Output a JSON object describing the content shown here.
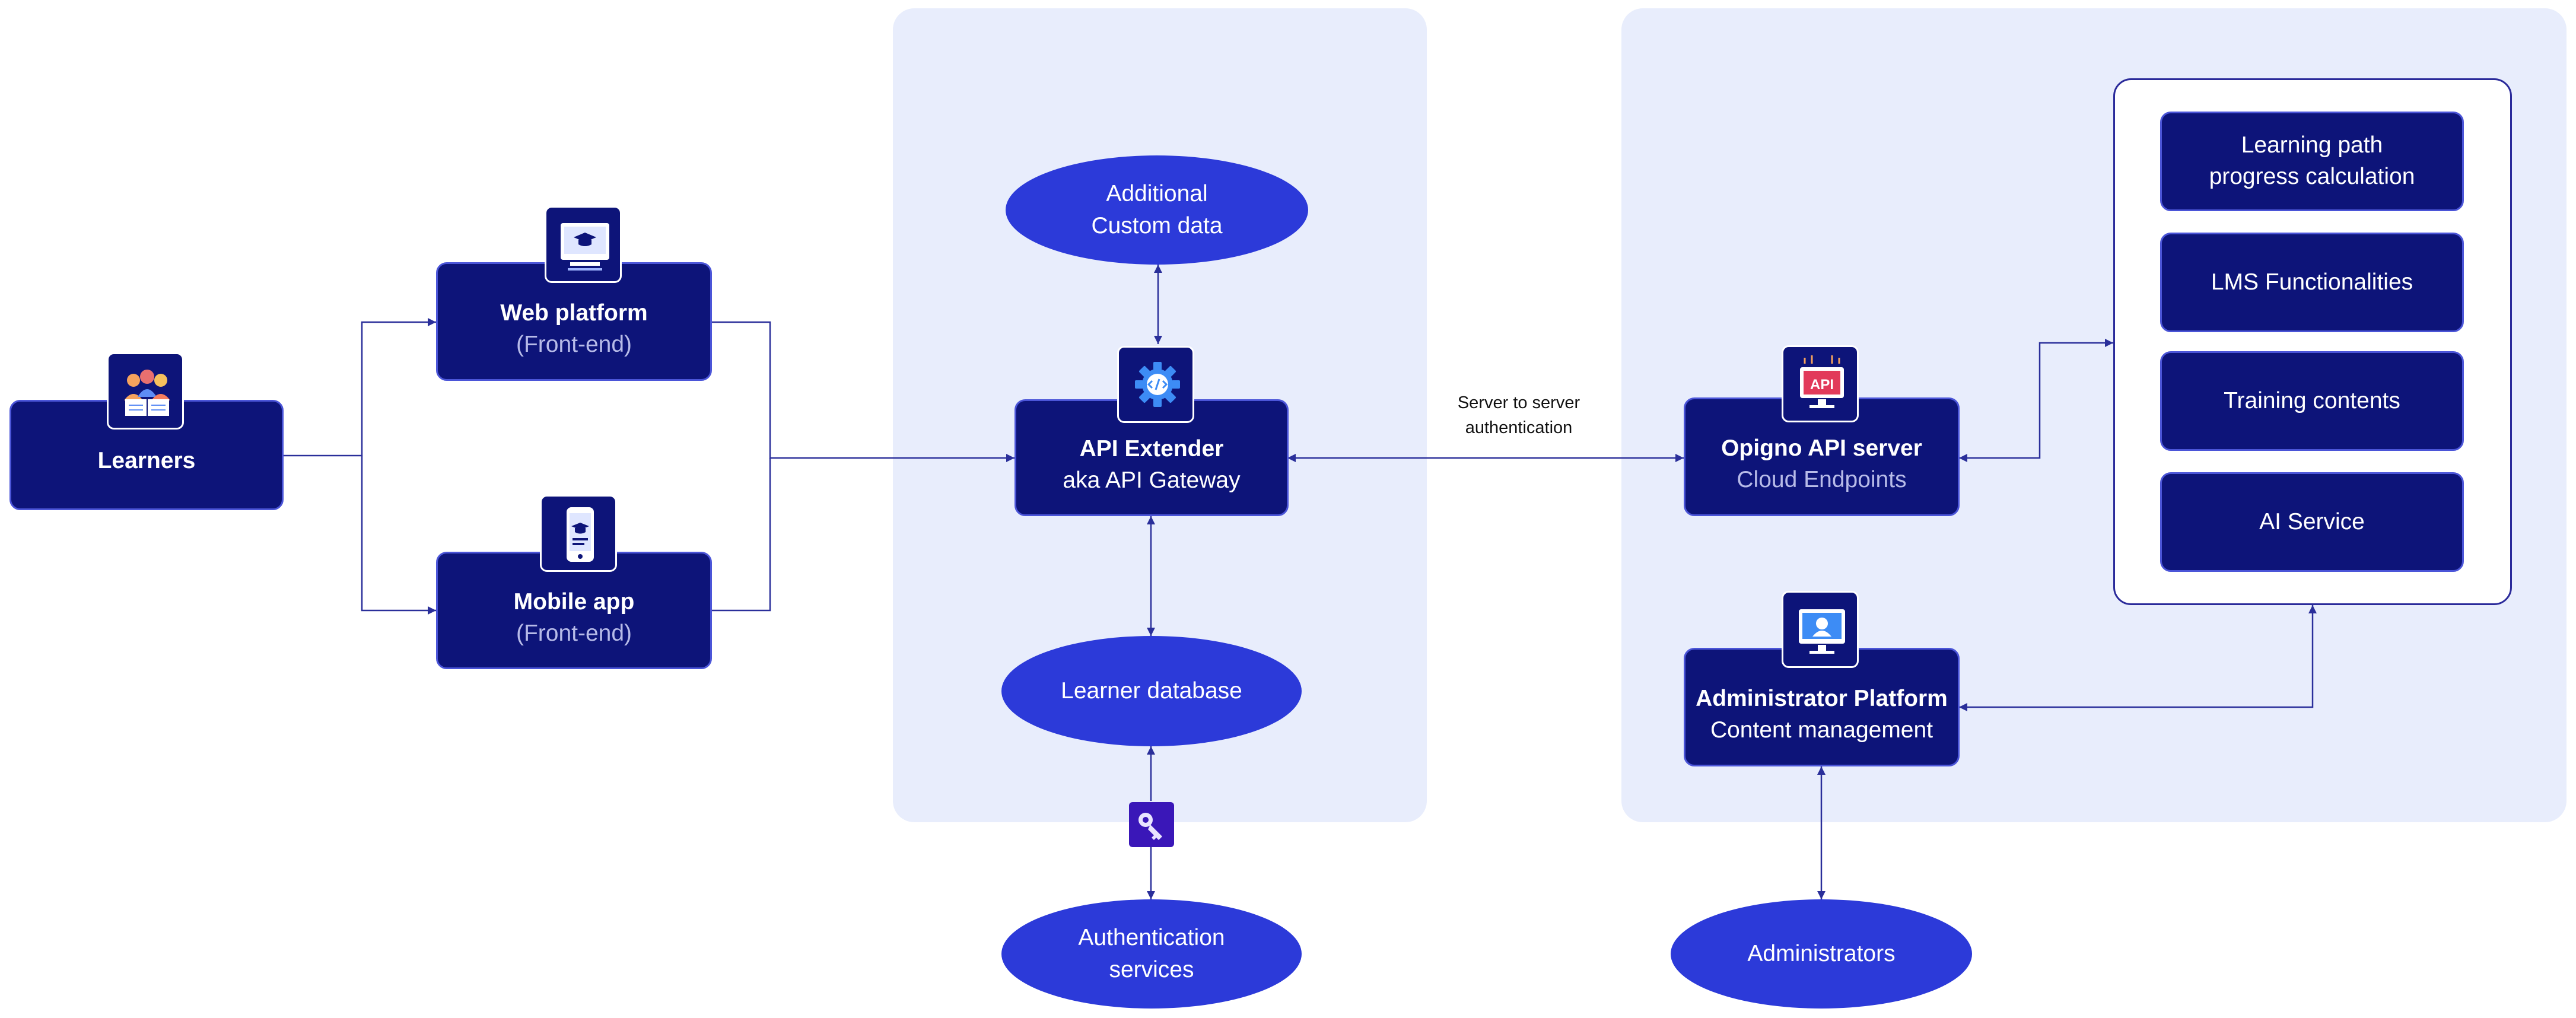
{
  "nodes": {
    "learners": "Learners",
    "web": {
      "title": "Web platform",
      "sub": "(Front-end)"
    },
    "mobile": {
      "title": "Mobile app",
      "sub": "(Front-end)"
    },
    "extender": {
      "title": "API Extender",
      "sub": "aka API Gateway"
    },
    "custom_data": {
      "line1": "Additional",
      "line2": "Custom data"
    },
    "learner_db": "Learner database",
    "auth": {
      "line1": "Authentication",
      "line2": "services"
    },
    "opigno": {
      "title": "Opigno API server",
      "sub": "Cloud Endpoints"
    },
    "admin_platform": {
      "title": "Administrator Platform",
      "sub": "Content management"
    },
    "administrators": "Administrators",
    "services": {
      "learning_path": {
        "line1": "Learning path",
        "line2": "progress calculation"
      },
      "lms": "LMS Functionalities",
      "training": "Training contents",
      "ai": "AI Service"
    }
  },
  "edge_label": {
    "line1": "Server to server",
    "line2": "authentication"
  },
  "icons": {
    "learners": "learners-group-icon",
    "web": "web-monitor-graduation-icon",
    "mobile": "mobile-phone-graduation-icon",
    "extender": "gear-code-icon",
    "opigno": "api-monitor-icon",
    "admin": "admin-monitor-user-icon",
    "key": "key-icon",
    "api_badge": "API"
  },
  "colors": {
    "box_fill": "#0d1479",
    "box_border": "#4b55d8",
    "oval_fill": "#2c3ad9",
    "panel": "#e8edfc",
    "connector": "#2a2f9a"
  }
}
